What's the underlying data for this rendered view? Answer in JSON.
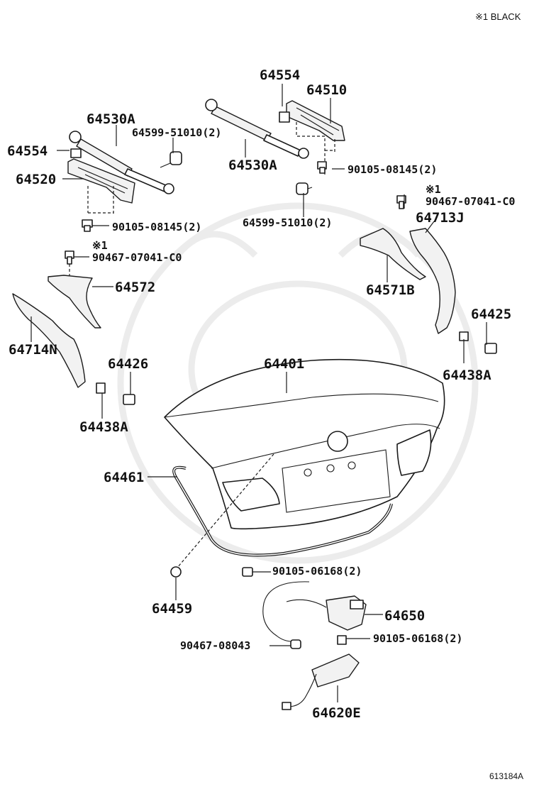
{
  "header": {
    "note": "※1 BLACK"
  },
  "footer": {
    "ref": "613184A"
  },
  "labels": {
    "l64554a": "64554",
    "l64510": "64510",
    "l64530a_top": "64530A",
    "l64599a": "64599-51010(2)",
    "l64554b": "64554",
    "l64530a_mid": "64530A",
    "l90105_08145a": "90105-08145(2)",
    "l64520": "64520",
    "l64599b": "64599-51010(2)",
    "l90105_08145b": "90105-08145(2)",
    "mark1a": "※1",
    "l90467_c0a": "90467-07041-C0",
    "l64713j": "64713J",
    "mark1b": "※1",
    "l90467_c0b": "90467-07041-C0",
    "l64572": "64572",
    "l64571b": "64571B",
    "l64425": "64425",
    "l64714n": "64714N",
    "l64438a_r": "64438A",
    "l64426": "64426",
    "l64401": "64401",
    "l64438a_l": "64438A",
    "l64461": "64461",
    "l90105_06168a": "90105-06168(2)",
    "l64459": "64459",
    "l64650": "64650",
    "l90467_08043": "90467-08043",
    "l90105_06168b": "90105-06168(2)",
    "l64620e": "64620E"
  }
}
